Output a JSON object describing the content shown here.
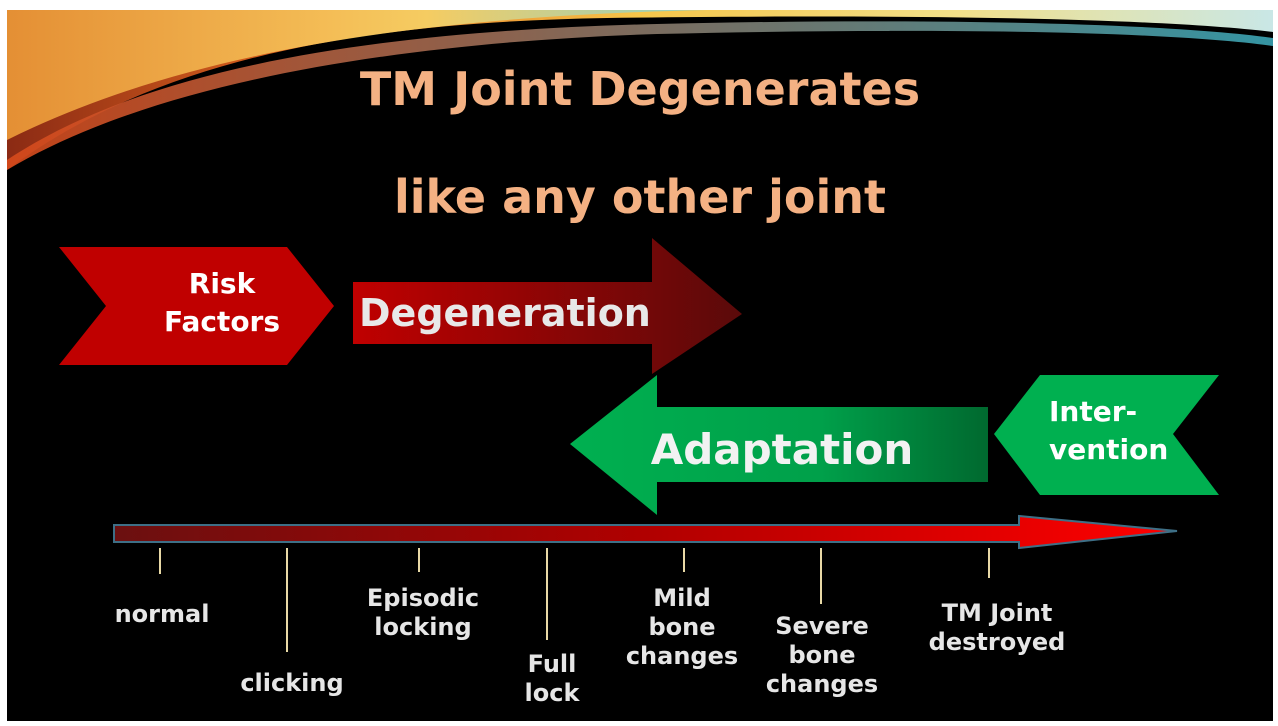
{
  "slide": {
    "title_line1": "TM Joint Degenerates",
    "title_line2": "like any other joint",
    "title_color": "#F4B183",
    "background": "#000000"
  },
  "shapes": {
    "risk_factors": "Risk\nFactors",
    "degeneration": "Degeneration",
    "adaptation": "Adaptation",
    "intervention": "Inter-\nvention"
  },
  "timeline": {
    "stages": [
      "normal",
      "clicking",
      "Episodic\nlocking",
      "Full\nlock",
      "Mild\nbone\nchanges",
      "Severe\nbone\nchanges",
      "TM Joint\ndestroyed"
    ]
  },
  "colors": {
    "red": "#C00000",
    "dark_red": "#6B0A0A",
    "green": "#00B050",
    "dark_green": "#00692F",
    "tick": "#E8D9A6",
    "stage_text": "#E6E6E6"
  }
}
